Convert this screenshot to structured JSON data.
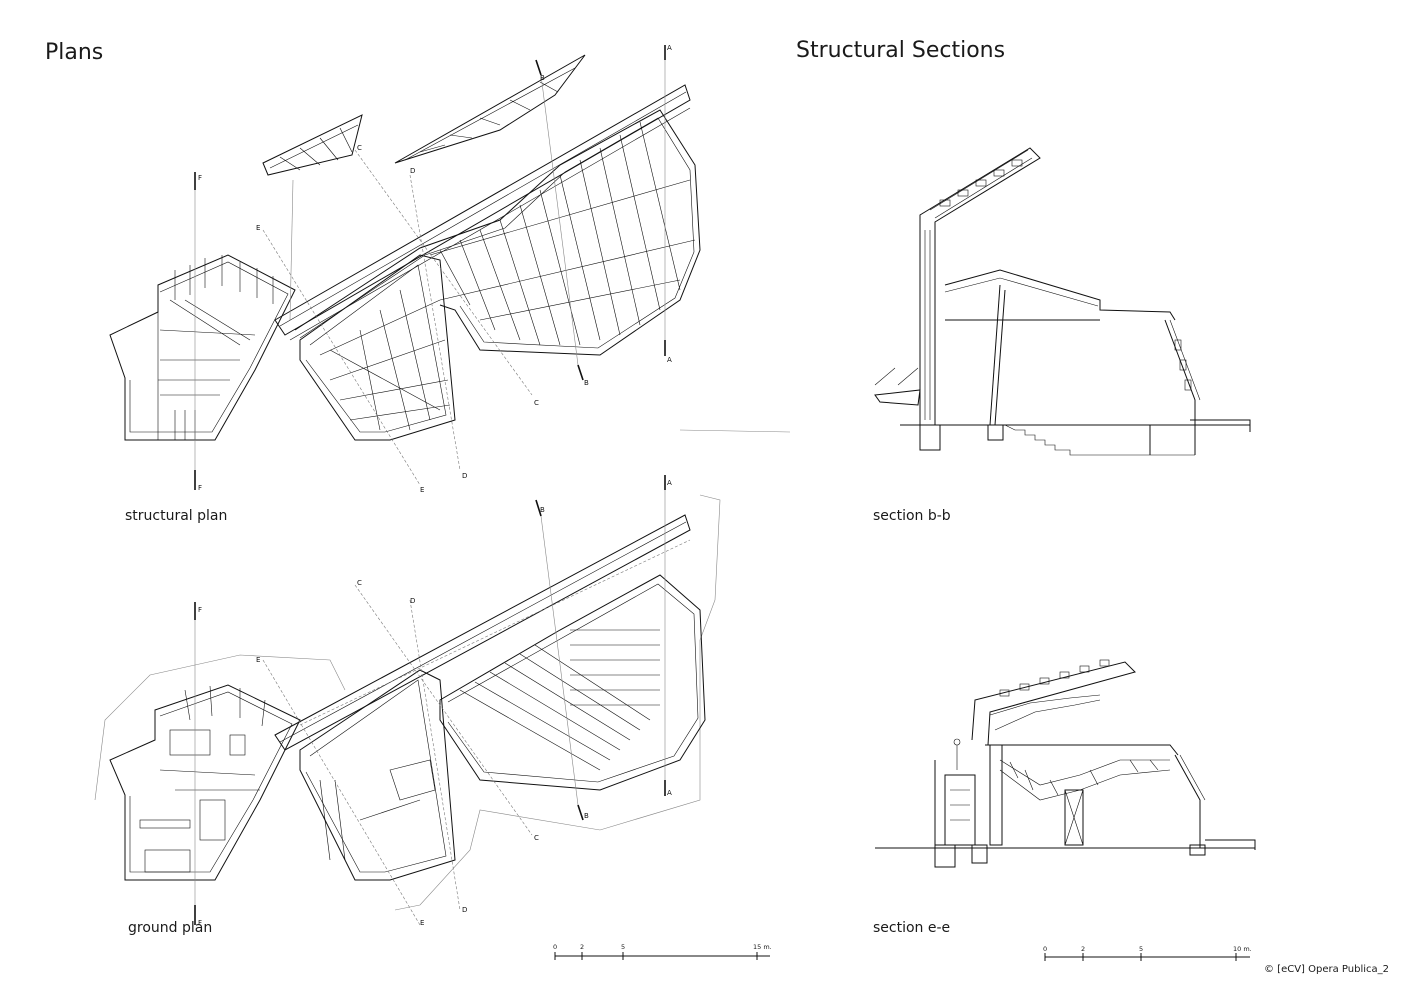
{
  "headings": {
    "plans": "Plans",
    "sections": "Structural Sections"
  },
  "captions": {
    "structural_plan": "structural plan",
    "ground_plan": "ground plan",
    "section_bb": "section b-b",
    "section_ee": "section e-e"
  },
  "scale_bars": {
    "plans": {
      "ticks": [
        "0",
        "2",
        "5",
        "15 m."
      ]
    },
    "sections": {
      "ticks": [
        "0",
        "2",
        "5",
        "10 m."
      ]
    }
  },
  "section_markers": [
    "A",
    "B",
    "C",
    "D",
    "E",
    "F"
  ],
  "credit": "© [eCV] Opera Publica_2"
}
